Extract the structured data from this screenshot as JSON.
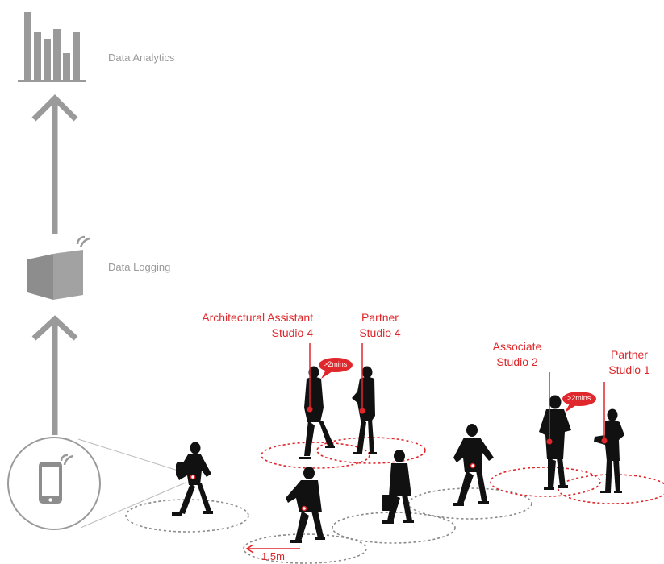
{
  "steps": {
    "analytics": "Data Analytics",
    "logging": "Data Logging"
  },
  "people": {
    "p1": {
      "line1": "Architectural Assistant",
      "line2": "Studio 4"
    },
    "p2": {
      "line1": "Partner",
      "line2": "Studio 4"
    },
    "p3": {
      "line1": "Associate",
      "line2": "Studio 2"
    },
    "p4": {
      "line1": "Partner",
      "line2": "Studio 1"
    }
  },
  "bubbles": {
    "left": ">2mins",
    "right": ">2mins"
  },
  "distance": "1.5m",
  "colors": {
    "accent": "#e0272b",
    "grey": "#9a9a9a",
    "silhouette": "#111111"
  }
}
